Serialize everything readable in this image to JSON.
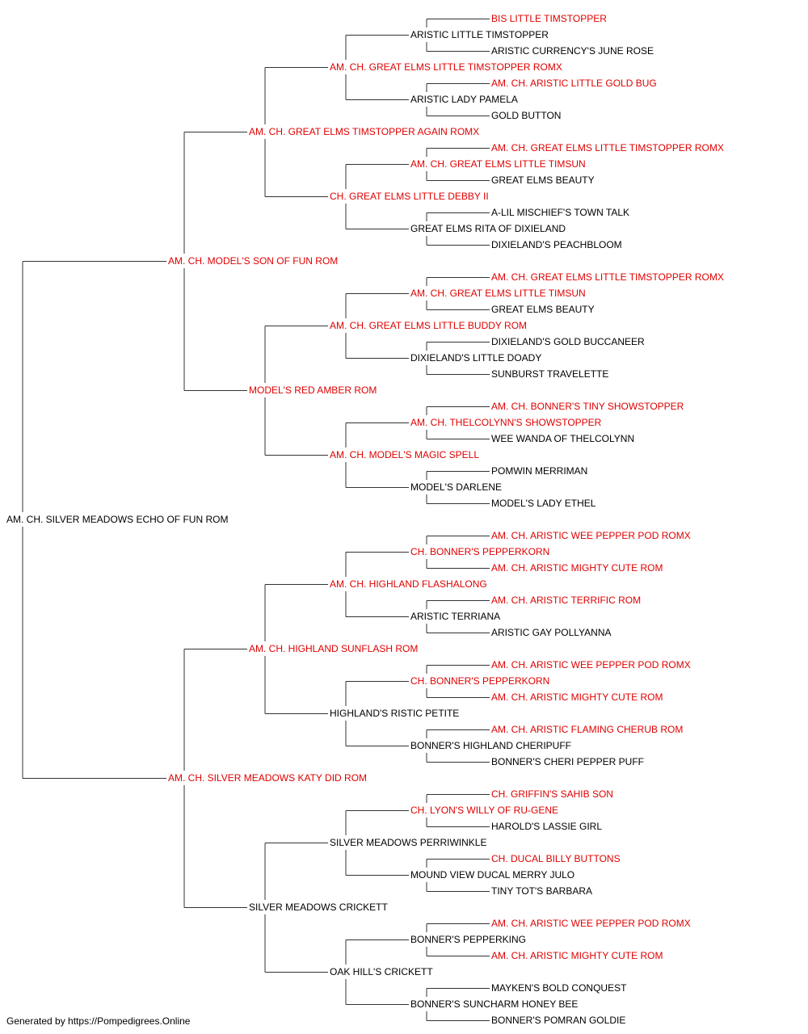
{
  "colors": {
    "champion": "#e00000",
    "normal": "#000000",
    "line": "#333333"
  },
  "pedigree": {
    "name": "AM. CH. SILVER MEADOWS ECHO OF FUN ROM",
    "red": false,
    "sire": {
      "name": "AM. CH. MODEL'S SON OF FUN ROM",
      "red": true,
      "sire": {
        "name": "AM. CH. GREAT ELMS TIMSTOPPER AGAIN ROMX",
        "red": true,
        "sire": {
          "name": "AM. CH. GREAT ELMS LITTLE TIMSTOPPER ROMX",
          "red": true,
          "sire": {
            "name": "ARISTIC LITTLE TIMSTOPPER",
            "red": false,
            "sire": {
              "name": "BIS LITTLE TIMSTOPPER",
              "red": true
            },
            "dam": {
              "name": "ARISTIC CURRENCY'S JUNE ROSE",
              "red": false
            }
          },
          "dam": {
            "name": "ARISTIC LADY PAMELA",
            "red": false,
            "sire": {
              "name": "AM. CH. ARISTIC LITTLE GOLD BUG",
              "red": true
            },
            "dam": {
              "name": "GOLD BUTTON",
              "red": false
            }
          }
        },
        "dam": {
          "name": "CH. GREAT ELMS LITTLE DEBBY II",
          "red": true,
          "sire": {
            "name": "AM. CH. GREAT ELMS LITTLE TIMSUN",
            "red": true,
            "sire": {
              "name": "AM. CH. GREAT ELMS LITTLE TIMSTOPPER ROMX",
              "red": true
            },
            "dam": {
              "name": "GREAT ELMS BEAUTY",
              "red": false
            }
          },
          "dam": {
            "name": "GREAT ELMS RITA OF DIXIELAND",
            "red": false,
            "sire": {
              "name": "A-LIL MISCHIEF'S TOWN TALK",
              "red": false
            },
            "dam": {
              "name": "DIXIELAND'S PEACHBLOOM",
              "red": false
            }
          }
        }
      },
      "dam": {
        "name": "MODEL'S RED AMBER ROM",
        "red": true,
        "sire": {
          "name": "AM. CH. GREAT ELMS LITTLE BUDDY ROM",
          "red": true,
          "sire": {
            "name": "AM. CH. GREAT ELMS LITTLE TIMSUN",
            "red": true,
            "sire": {
              "name": "AM. CH. GREAT ELMS LITTLE TIMSTOPPER ROMX",
              "red": true
            },
            "dam": {
              "name": "GREAT ELMS BEAUTY",
              "red": false
            }
          },
          "dam": {
            "name": "DIXIELAND'S LITTLE DOADY",
            "red": false,
            "sire": {
              "name": "DIXIELAND'S GOLD BUCCANEER",
              "red": false
            },
            "dam": {
              "name": "SUNBURST TRAVELETTE",
              "red": false
            }
          }
        },
        "dam": {
          "name": "AM. CH. MODEL'S MAGIC SPELL",
          "red": true,
          "sire": {
            "name": "AM. CH. THELCOLYNN'S SHOWSTOPPER",
            "red": true,
            "sire": {
              "name": "AM. CH. BONNER'S TINY SHOWSTOPPER",
              "red": true
            },
            "dam": {
              "name": "WEE WANDA OF THELCOLYNN",
              "red": false
            }
          },
          "dam": {
            "name": "MODEL'S DARLENE",
            "red": false,
            "sire": {
              "name": "POMWIN MERRIMAN",
              "red": false
            },
            "dam": {
              "name": "MODEL'S LADY ETHEL",
              "red": false
            }
          }
        }
      }
    },
    "dam": {
      "name": "AM. CH. SILVER MEADOWS KATY DID ROM",
      "red": true,
      "sire": {
        "name": "AM. CH. HIGHLAND SUNFLASH ROM",
        "red": true,
        "sire": {
          "name": "AM. CH. HIGHLAND FLASHALONG",
          "red": true,
          "sire": {
            "name": "CH. BONNER'S PEPPERKORN",
            "red": true,
            "sire": {
              "name": "AM. CH. ARISTIC WEE PEPPER POD ROMX",
              "red": true
            },
            "dam": {
              "name": "AM. CH. ARISTIC MIGHTY CUTE ROM",
              "red": true
            }
          },
          "dam": {
            "name": "ARISTIC TERRIANA",
            "red": false,
            "sire": {
              "name": "AM. CH. ARISTIC TERRIFIC ROM",
              "red": true
            },
            "dam": {
              "name": "ARISTIC GAY POLLYANNA",
              "red": false
            }
          }
        },
        "dam": {
          "name": "HIGHLAND'S RISTIC PETITE",
          "red": false,
          "sire": {
            "name": "CH. BONNER'S PEPPERKORN",
            "red": true,
            "sire": {
              "name": "AM. CH. ARISTIC WEE PEPPER POD ROMX",
              "red": true
            },
            "dam": {
              "name": "AM. CH. ARISTIC MIGHTY CUTE ROM",
              "red": true
            }
          },
          "dam": {
            "name": "BONNER'S HIGHLAND CHERIPUFF",
            "red": false,
            "sire": {
              "name": "AM. CH. ARISTIC FLAMING CHERUB ROM",
              "red": true
            },
            "dam": {
              "name": "BONNER'S CHERI PEPPER PUFF",
              "red": false
            }
          }
        }
      },
      "dam": {
        "name": "SILVER MEADOWS CRICKETT",
        "red": false,
        "sire": {
          "name": "SILVER MEADOWS PERRIWINKLE",
          "red": false,
          "sire": {
            "name": "CH. LYON'S WILLY OF RU-GENE",
            "red": true,
            "sire": {
              "name": "CH. GRIFFIN'S SAHIB SON",
              "red": true
            },
            "dam": {
              "name": "HAROLD'S LASSIE GIRL",
              "red": false
            }
          },
          "dam": {
            "name": "MOUND VIEW DUCAL MERRY JULO",
            "red": false,
            "sire": {
              "name": "CH. DUCAL BILLY BUTTONS",
              "red": true
            },
            "dam": {
              "name": "TINY TOT'S BARBARA",
              "red": false
            }
          }
        },
        "dam": {
          "name": "OAK HILL'S CRICKETT",
          "red": false,
          "sire": {
            "name": "BONNER'S PEPPERKING",
            "red": false,
            "sire": {
              "name": "AM. CH. ARISTIC WEE PEPPER POD ROMX",
              "red": true
            },
            "dam": {
              "name": "AM. CH. ARISTIC MIGHTY CUTE ROM",
              "red": true
            }
          },
          "dam": {
            "name": "BONNER'S SUNCHARM HONEY BEE",
            "red": false,
            "sire": {
              "name": "MAYKEN'S BOLD CONQUEST",
              "red": false
            },
            "dam": {
              "name": "BONNER'S POMRAN GOLDIE",
              "red": false
            }
          }
        }
      }
    }
  },
  "footer": "Generated by https://Pompedigrees.Online"
}
